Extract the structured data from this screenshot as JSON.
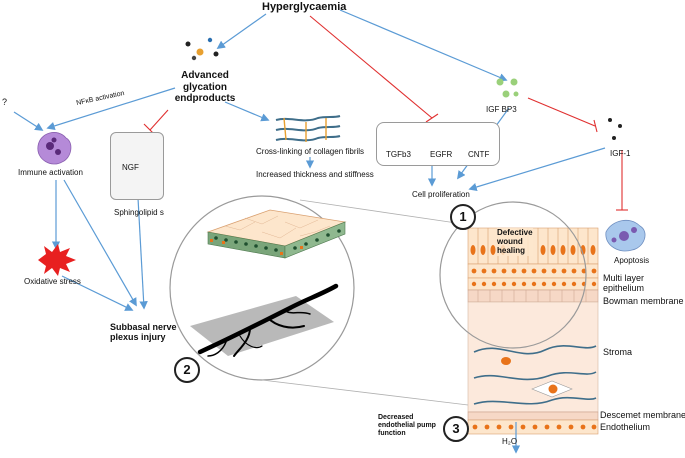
{
  "title": "Hyperglycaemia",
  "age": {
    "line1": "Advanced",
    "line2": "glycation",
    "line3": "endproducts"
  },
  "question_mark": "?",
  "nfkb": "NFκB activation",
  "immune": "Immune activation",
  "oxidative": "Oxidative stress",
  "ngf": "NGF",
  "sphingolipids": "Sphingolipid s",
  "subbasal": {
    "line1": "Subbasal nerve",
    "line2": "plexus injury"
  },
  "collagen": "Cross-linking of collagen fibrils",
  "increased": "Increased  thickness and stiffness",
  "growth": {
    "tgfb3": "TGFb3",
    "egfr": "EGFR",
    "cntf": "CNTF"
  },
  "igfbp3": "IGF BP3",
  "igf1": "IGF-1",
  "cell_prolif": "Cell proliferation",
  "apoptosis": "Apoptosis",
  "defective": {
    "line1": "Defective",
    "line2": "wound",
    "line3": "healing"
  },
  "layers": {
    "multi1": "Multi layer",
    "multi2": "epithelium",
    "bowman": "Bowman membrane",
    "stroma": "Stroma",
    "descemet": "Descemet membrane",
    "endothelium": "Endothelium"
  },
  "pump": {
    "line1": "Decreased",
    "line2": "endothelial pump",
    "line3": "function"
  },
  "h2o": "H₂O",
  "numbers": {
    "n1": "1",
    "n2": "2",
    "n3": "3"
  },
  "colors": {
    "arrow_blue": "#5b9bd5",
    "inhibit_red": "#e03030",
    "cell_orange": "#e8731a",
    "nerve_teal": "#3f6e8a",
    "stroma_fill": "#fce9dc",
    "epi_fill": "#fde6cc"
  }
}
